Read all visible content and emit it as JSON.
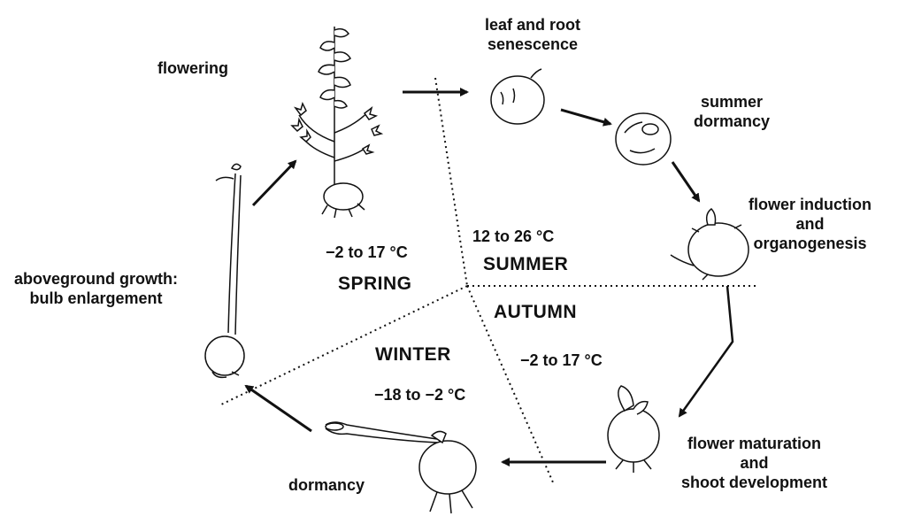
{
  "stages": {
    "flowering": "flowering",
    "leaf_root_senescence": [
      "leaf and root",
      "senescence"
    ],
    "summer_dormancy": [
      "summer",
      "dormancy"
    ],
    "flower_induction": [
      "flower induction",
      "and",
      "organogenesis"
    ],
    "flower_maturation": [
      "flower maturation",
      "and",
      "shoot development"
    ],
    "dormancy": "dormancy",
    "aboveground_growth": [
      "aboveground growth:",
      "bulb enlargement"
    ]
  },
  "seasons": {
    "spring": {
      "name": "SPRING",
      "temp": "−2 to 17 °C"
    },
    "summer": {
      "name": "SUMMER",
      "temp": "12 to 26 °C"
    },
    "autumn": {
      "name": "AUTUMN",
      "temp": "−2 to 17 °C"
    },
    "winter": {
      "name": "WINTER",
      "temp": "−18 to −2 °C"
    }
  },
  "colors": {
    "ink": "#111111",
    "background": "#ffffff"
  }
}
